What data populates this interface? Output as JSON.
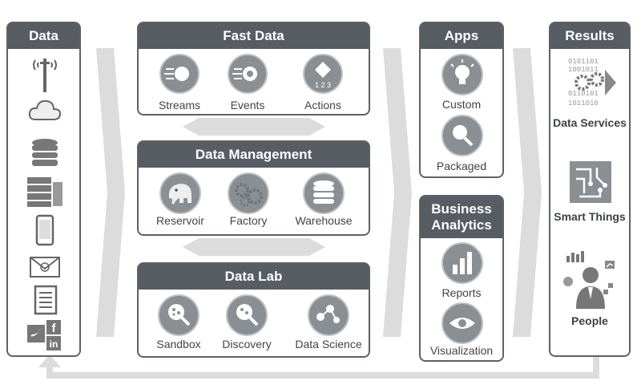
{
  "data_panel": {
    "title": "Data",
    "icons": [
      "cell-tower-icon",
      "cloud-icon",
      "database-icon",
      "server-rack-icon",
      "smartphone-icon",
      "email-icon",
      "document-icon",
      "social-media-icon"
    ]
  },
  "fast_data": {
    "title": "Fast Data",
    "items": [
      {
        "label": "Streams",
        "icon": "streams-icon"
      },
      {
        "label": "Events",
        "icon": "events-icon"
      },
      {
        "label": "Actions",
        "icon": "actions-icon"
      }
    ]
  },
  "data_management": {
    "title": "Data Management",
    "items": [
      {
        "label": "Reservoir",
        "icon": "elephant-icon"
      },
      {
        "label": "Factory",
        "icon": "gears-icon"
      },
      {
        "label": "Warehouse",
        "icon": "database-icon"
      }
    ]
  },
  "data_lab": {
    "title": "Data Lab",
    "items": [
      {
        "label": "Sandbox",
        "icon": "magnifier-icon"
      },
      {
        "label": "Discovery",
        "icon": "magnifier-icon"
      },
      {
        "label": "Data Science",
        "icon": "network-icon"
      }
    ]
  },
  "apps": {
    "title": "Apps",
    "items": [
      {
        "label": "Custom",
        "icon": "lightbulb-icon"
      },
      {
        "label": "Packaged",
        "icon": "search-icon"
      }
    ]
  },
  "business_analytics": {
    "title_line1": "Business",
    "title_line2": "Analytics",
    "items": [
      {
        "label": "Reports",
        "icon": "bar-chart-icon"
      },
      {
        "label": "Visualization",
        "icon": "eye-icon"
      }
    ]
  },
  "results": {
    "title": "Results",
    "items": [
      {
        "label": "Data Services",
        "icon": "binary-gears-icon"
      },
      {
        "label": "Smart Things",
        "icon": "circuit-icon"
      },
      {
        "label": "People",
        "icon": "person-icon"
      }
    ]
  },
  "colors": {
    "header": "#575d62",
    "border": "#5c6266",
    "arrow": "#dcdcdc",
    "circle": "#8a8f93"
  }
}
